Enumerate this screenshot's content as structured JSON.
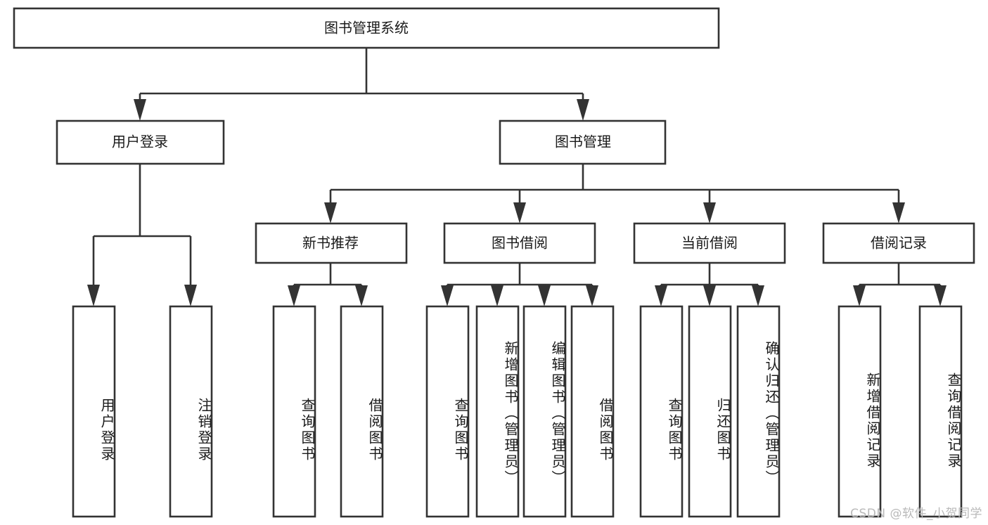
{
  "diagram": {
    "title": "图书管理系统",
    "watermark": "CSDN @软件_小贺同学",
    "accent_color": "#333333",
    "node_fill": "#ffffff",
    "background": "#ffffff",
    "root": {
      "id": "root",
      "label": "图书管理系统",
      "orientation": "horizontal"
    },
    "level1": [
      {
        "id": "user-login",
        "label": "用户登录",
        "orientation": "horizontal"
      },
      {
        "id": "book-manage",
        "label": "图书管理",
        "orientation": "horizontal"
      }
    ],
    "level2": [
      {
        "id": "new-book-recommend",
        "label": "新书推荐",
        "orientation": "horizontal",
        "parent": "book-manage"
      },
      {
        "id": "book-borrow",
        "label": "图书借阅",
        "orientation": "horizontal",
        "parent": "book-manage"
      },
      {
        "id": "current-borrow",
        "label": "当前借阅",
        "orientation": "horizontal",
        "parent": "book-manage"
      },
      {
        "id": "borrow-record",
        "label": "借阅记录",
        "orientation": "horizontal",
        "parent": "book-manage"
      }
    ],
    "leaves": [
      {
        "id": "leaf-user-login",
        "label": "用户登录",
        "orientation": "vertical",
        "parent": "user-login"
      },
      {
        "id": "leaf-logout-login",
        "label": "注销登录",
        "orientation": "vertical",
        "parent": "user-login"
      },
      {
        "id": "leaf-query-book-1",
        "label": "查询图书",
        "orientation": "vertical",
        "parent": "new-book-recommend"
      },
      {
        "id": "leaf-borrow-book-1",
        "label": "借阅图书",
        "orientation": "vertical",
        "parent": "new-book-recommend"
      },
      {
        "id": "leaf-query-book-2",
        "label": "查询图书",
        "orientation": "vertical",
        "parent": "book-borrow"
      },
      {
        "id": "leaf-add-book-admin",
        "label": "新增图书（管理员）",
        "orientation": "vertical",
        "parent": "book-borrow"
      },
      {
        "id": "leaf-edit-book-admin",
        "label": "编辑图书（管理员）",
        "orientation": "vertical",
        "parent": "book-borrow"
      },
      {
        "id": "leaf-borrow-book-2",
        "label": "借阅图书",
        "orientation": "vertical",
        "parent": "book-borrow"
      },
      {
        "id": "leaf-query-book-3",
        "label": "查询图书",
        "orientation": "vertical",
        "parent": "current-borrow"
      },
      {
        "id": "leaf-return-book",
        "label": "归还图书",
        "orientation": "vertical",
        "parent": "current-borrow"
      },
      {
        "id": "leaf-confirm-return-admin",
        "label": "确认归还（管理员）",
        "orientation": "vertical",
        "parent": "current-borrow"
      },
      {
        "id": "leaf-add-borrow-record",
        "label": "新增借阅记录",
        "orientation": "vertical",
        "parent": "borrow-record"
      },
      {
        "id": "leaf-query-borrow-record",
        "label": "查询借阅记录",
        "orientation": "vertical",
        "parent": "borrow-record"
      }
    ]
  }
}
